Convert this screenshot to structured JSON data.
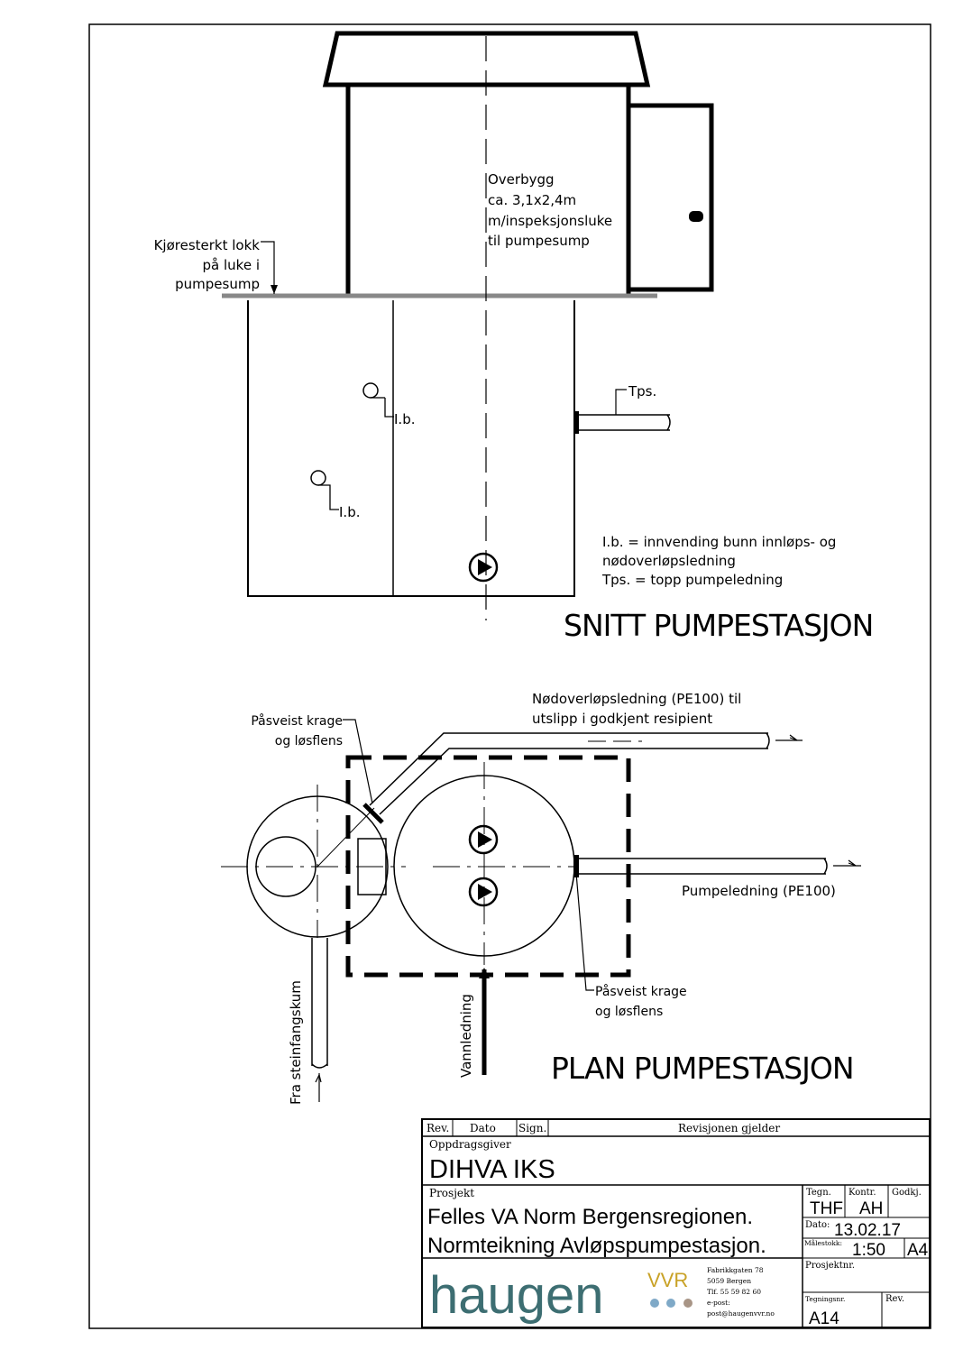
{
  "section": {
    "overbygg": [
      "Overbygg",
      "ca. 3,1x2,4m",
      "m/inspeksjonsluke",
      "til pumpesump"
    ],
    "lokk": [
      "Kjøresterkt lokk",
      "på luke i",
      "pumpesump"
    ],
    "tps": "Tps.",
    "ib": "I.b.",
    "legend": [
      "I.b. = innvending bunn innløps- og",
      "nødoverløpsledning",
      "Tps. = topp pumpeledning"
    ],
    "title": "SNITT PUMPESTASJON"
  },
  "plan": {
    "overflow": [
      "Nødoverløpsledning (PE100) til",
      "utslipp i godkjent resipient"
    ],
    "kragen_left": [
      "Påsveist krage",
      "og løsflens"
    ],
    "kragen_right": [
      "Påsveist krage",
      "og løsflens"
    ],
    "pumpeledning": "Pumpeledning (PE100)",
    "steinfang": "Fra steinfangskum",
    "vann": "Vannledning",
    "title": "PLAN PUMPESTASJON"
  },
  "titleblock": {
    "rev_head": "Rev.",
    "dato_head": "Dato",
    "sign_head": "Sign.",
    "revisjon_head": "Revisjonen gjelder",
    "oppdragsgiver_label": "Oppdragsgiver",
    "oppdragsgiver": "DIHVA IKS",
    "prosjekt_label": "Prosjekt",
    "prosjekt_line1": "Felles VA Norm Bergensregionen.",
    "prosjekt_line2": "Normteikning Avløpspumpestasjon.",
    "tegn_label": "Tegn.",
    "tegn": "THF",
    "kontr_label": "Kontr.",
    "kontr": "AH",
    "godkj_label": "Godkj.",
    "dato_label": "Dato:",
    "dato": "13.02.17",
    "malestokk_label": "Målestokk:",
    "malestokk": "1:50",
    "format": "A4",
    "prosjektnr_label": "Prosjektnr.",
    "tegningsnr_label": "Tegningsnr.",
    "tegningsnr": "A14",
    "rev_label": "Rev.",
    "logo_text": "haugen",
    "logo_suffix": "VVR",
    "address": [
      "Fabrikkgaten 78",
      "5059 Bergen",
      "Tlf. 55 59 82 60",
      "e-post:",
      "post@haugenvvr.no"
    ]
  }
}
